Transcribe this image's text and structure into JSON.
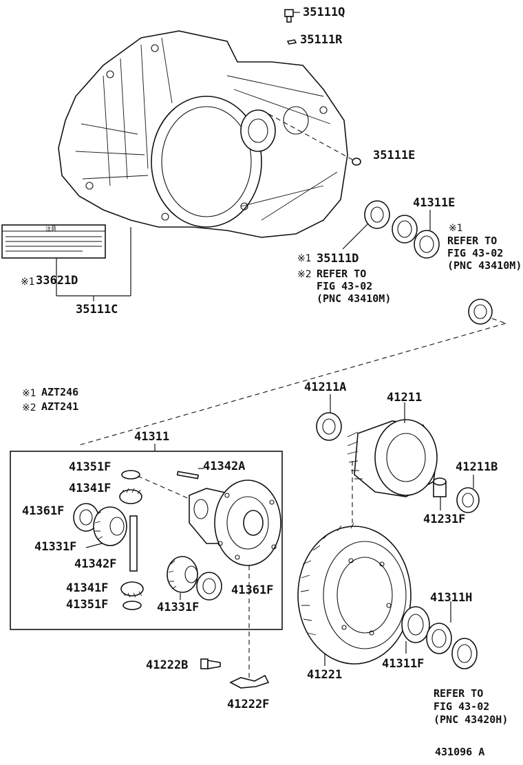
{
  "labels": {
    "p35111Q": "35111Q",
    "p35111R": "35111R",
    "p35111E": "35111E",
    "p41311E": "41311E",
    "p35111D": "35111D",
    "p33621D": "33621D",
    "p35111C": "35111C",
    "p41211A": "41211A",
    "p41211": "41211",
    "p41311": "41311",
    "p41351F_top": "41351F",
    "p41342A": "41342A",
    "p41341F_top": "41341F",
    "p41361F_left": "41361F",
    "p41331F_left": "41331F",
    "p41342F": "41342F",
    "p41341F_bottom": "41341F",
    "p41351F_bottom": "41351F",
    "p41331F_right": "41331F",
    "p41361F_right": "41361F",
    "p41211B": "41211B",
    "p41231F": "41231F",
    "p41311H": "41311H",
    "p41311F": "41311F",
    "p41221": "41221",
    "p41222B": "41222B",
    "p41222F": "41222F"
  },
  "marks": {
    "m1": "※1",
    "m2": "※2"
  },
  "notes": {
    "refer_right_1": "REFER TO",
    "refer_right_2": "FIG 43-02",
    "refer_right_3": "(PNC 43410M)",
    "refer_mid_1": "REFER TO",
    "refer_mid_2": "FIG 43-02",
    "refer_mid_3": "(PNC 43410M)",
    "refer_bottom_1": "REFER TO",
    "refer_bottom_2": "FIG 43-02",
    "refer_bottom_3": "(PNC 43420H)",
    "legend_1": "AZT246",
    "legend_2": "AZT241",
    "warning_title": "注意"
  },
  "figure_id": "431096 A"
}
